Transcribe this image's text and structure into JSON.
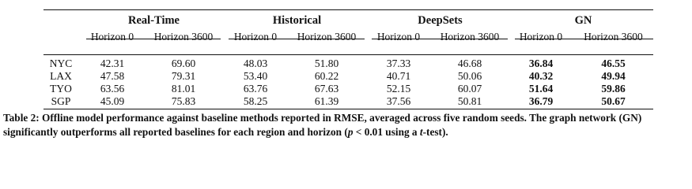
{
  "table": {
    "groups": [
      "Real-Time",
      "Historical",
      "DeepSets",
      "GN"
    ],
    "subheaders": [
      "Horizon 0",
      "Horizon 3600",
      "Horizon 0",
      "Horizon 3600",
      "Horizon 0",
      "Horizon 3600",
      "Horizon 0",
      "Horizon 3600"
    ],
    "rows": [
      {
        "label": "NYC",
        "values": [
          "42.31",
          "69.60",
          "48.03",
          "51.80",
          "37.33",
          "46.68",
          "36.84",
          "46.55"
        ]
      },
      {
        "label": "LAX",
        "values": [
          "47.58",
          "79.31",
          "53.40",
          "60.22",
          "40.71",
          "50.06",
          "40.32",
          "49.94"
        ]
      },
      {
        "label": "TYO",
        "values": [
          "63.56",
          "81.01",
          "63.76",
          "67.63",
          "52.15",
          "60.07",
          "51.64",
          "59.86"
        ]
      },
      {
        "label": "SGP",
        "values": [
          "45.09",
          "75.83",
          "58.25",
          "61.39",
          "37.56",
          "50.81",
          "36.79",
          "50.67"
        ]
      }
    ]
  },
  "caption": {
    "label": "Table 2:",
    "text_part1": " Offline model performance against baseline methods reported in RMSE, averaged across five random seeds. The graph network (GN) significantly outperforms all reported baselines for each region and horizon (",
    "p_symbol": "p",
    "p_rest": " < 0.01 using a ",
    "t_symbol": "t",
    "text_end": "-test)."
  }
}
